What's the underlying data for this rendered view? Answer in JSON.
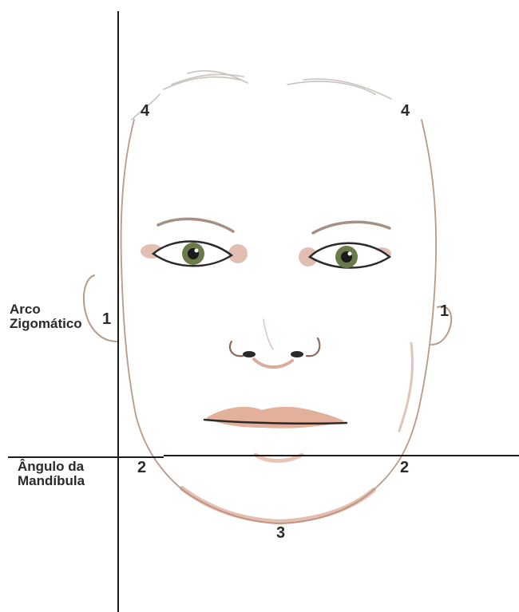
{
  "labels": {
    "arco_line1": "Arco",
    "arco_line2": "Zigomático",
    "angulo_line1": "Ângulo da",
    "angulo_line2": "Mandíbula"
  },
  "markers": {
    "forehead_left": "4",
    "forehead_right": "4",
    "zygomatic_left": "1",
    "zygomatic_right": "1",
    "jaw_left": "2",
    "jaw_right": "2",
    "chin": "3"
  },
  "colors": {
    "guide_line": "#1a1a1a",
    "outline": "#b89a8a",
    "skin_shadow": "#c98a72",
    "lip": "#d9957a",
    "brow": "#8a6a5a",
    "iris": "#6b7a4a",
    "text": "#2a2a2a"
  }
}
